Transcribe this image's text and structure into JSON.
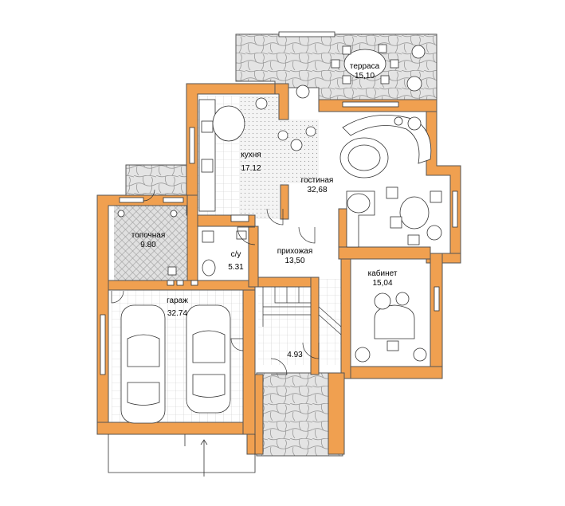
{
  "colors": {
    "wall": "#f0a050",
    "wall_stroke": "#555555",
    "stone": "#d8d8d8",
    "tile": "#e6e6e6",
    "line": "#333333",
    "glass": "#e8f4ff"
  },
  "rooms": [
    {
      "id": "terrace",
      "name": "терраса",
      "area": "15,10"
    },
    {
      "id": "kitchen",
      "name": "кухня",
      "area": "17.12"
    },
    {
      "id": "living",
      "name": "гостиная",
      "area": "32,68"
    },
    {
      "id": "boiler",
      "name": "топочная",
      "area": "9.80"
    },
    {
      "id": "bathroom",
      "name": "с/у",
      "area": "5.31"
    },
    {
      "id": "hall",
      "name": "прихожая",
      "area": "13,50"
    },
    {
      "id": "study",
      "name": "кабинет",
      "area": "15,04"
    },
    {
      "id": "garage",
      "name": "гараж",
      "area": "32.74"
    },
    {
      "id": "vestibule",
      "name": "",
      "area": "4.93"
    }
  ],
  "icons": [
    "car-icon",
    "table-icon",
    "chair-icon",
    "plant-icon",
    "stairs-icon",
    "fireplace-icon",
    "door-swing-icon"
  ]
}
